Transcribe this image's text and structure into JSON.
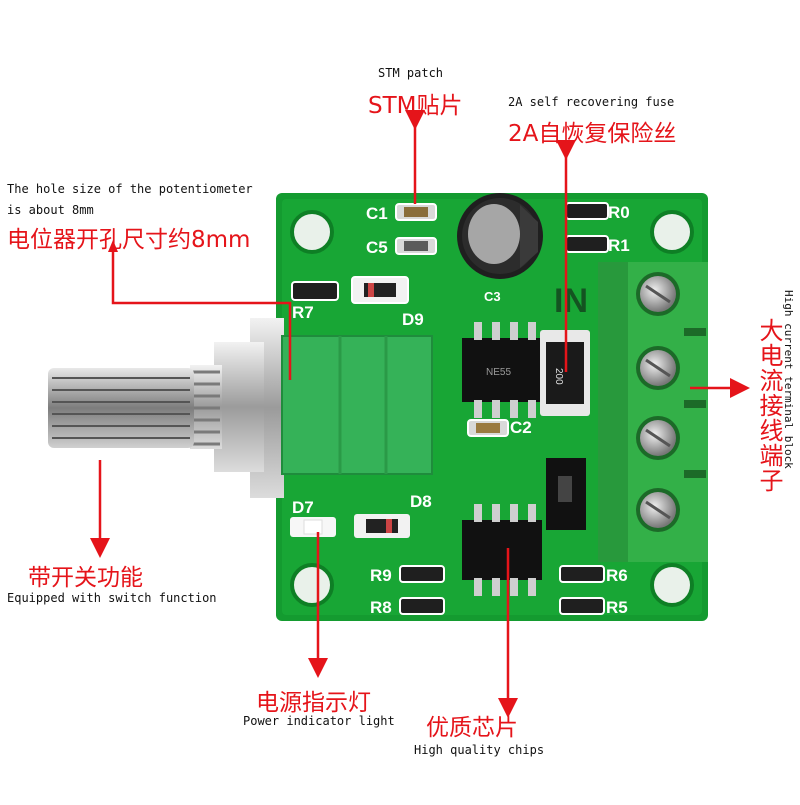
{
  "annotations": {
    "stm_patch": {
      "en": "STM patch",
      "zh": "STM贴片"
    },
    "fuse": {
      "en": "2A self recovering fuse",
      "zh": "2A自恢复保险丝"
    },
    "potentiometer": {
      "en_line1": "The hole size of the potentiometer",
      "en_line2": "is about 8mm",
      "zh": "电位器开孔尺寸约8mm"
    },
    "terminal": {
      "en": "High current terminal block",
      "zh": "大电流接线端子"
    },
    "switch": {
      "zh": "带开关功能",
      "en": "Equipped with switch function"
    },
    "power_light": {
      "zh": "电源指示灯",
      "en": "Power indicator light"
    },
    "chips": {
      "zh": "优质芯片",
      "en": "High quality chips"
    }
  },
  "board_labels": {
    "c1": "C1",
    "c5": "C5",
    "c3": "C3",
    "c2": "C2",
    "r0": "R0",
    "r1": "R1",
    "r7": "R7",
    "r9": "R9",
    "r8": "R8",
    "r6": "R6",
    "r5": "R5",
    "d9": "D9",
    "d7": "D7",
    "d8": "D8",
    "in": "IN",
    "fuse_code": "200",
    "chip_code": "NE55"
  },
  "colors": {
    "annotation_red": "#e5141a",
    "pcb_green": "#16a033",
    "terminal_green": "#3cb84c",
    "pot_green": "#37b35a"
  }
}
